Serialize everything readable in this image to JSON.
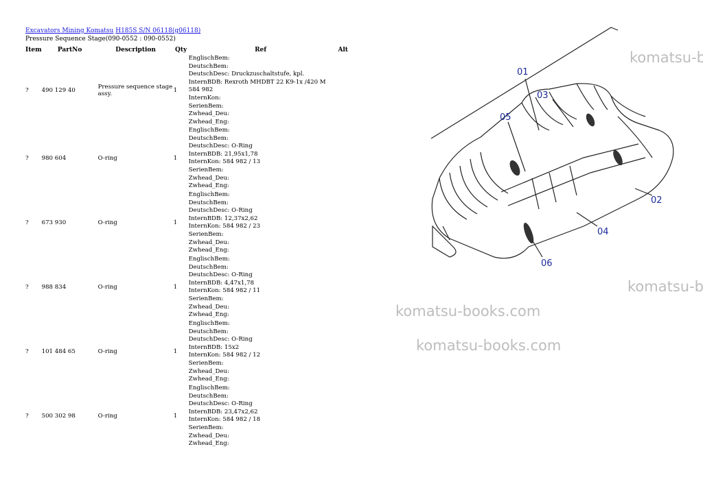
{
  "breadcrumb": {
    "part1": "Excavators Mining Komatsu",
    "part2": "H185S S/N 06118(g06118)"
  },
  "subtitle": "Pressure Sequence Stage(090-0552 : 090-0552)",
  "columns": {
    "item": "Item",
    "partno": "PartNo",
    "description": "Description",
    "qty": "Qty",
    "ref": "Ref",
    "alt": "Alt"
  },
  "rows": [
    {
      "item": "?",
      "partno": "490 129 40",
      "description": "Pressure sequence stage assy.",
      "qty": "1",
      "ref": [
        "EnglischBem:",
        "DeutschBem:",
        "DeutschDesc: Druckzuschaltstufe, kpl.",
        "InternBDB: Rexroth MHDBT 22 K9-1x /420 M",
        "584 982",
        "InternKon:",
        "SerienBem:",
        "Zwhead_Deu:",
        "Zwhead_Eng:"
      ]
    },
    {
      "item": "?",
      "partno": "980 604",
      "description": "O-ring",
      "qty": "1",
      "ref": [
        "EnglischBem:",
        "DeutschBem:",
        "DeutschDesc: O-Ring",
        "InternBDB: 21,95x1,78",
        "InternKon: 584 982 / 13",
        "SerienBem:",
        "Zwhead_Deu:",
        "Zwhead_Eng:"
      ]
    },
    {
      "item": "?",
      "partno": "673 930",
      "description": "O-ring",
      "qty": "1",
      "ref": [
        "EnglischBem:",
        "DeutschBem:",
        "DeutschDesc: O-Ring",
        "InternBDB: 12,37x2,62",
        "InternKon: 584 982 / 23",
        "SerienBem:",
        "Zwhead_Deu:",
        "Zwhead_Eng:"
      ]
    },
    {
      "item": "?",
      "partno": "988 834",
      "description": "O-ring",
      "qty": "1",
      "ref": [
        "EnglischBem:",
        "DeutschBem:",
        "DeutschDesc: O-Ring",
        "InternBDB: 4,47x1,78",
        "InternKon: 584 982 / 11",
        "SerienBem:",
        "Zwhead_Deu:",
        "Zwhead_Eng:"
      ]
    },
    {
      "item": "?",
      "partno": "101 484 65",
      "description": "O-ring",
      "qty": "1",
      "ref": [
        "EnglischBem:",
        "DeutschBem:",
        "DeutschDesc: O-Ring",
        "InternBDB: 15x2",
        "InternKon: 584 982 / 12",
        "SerienBem:",
        "Zwhead_Deu:",
        "Zwhead_Eng:"
      ]
    },
    {
      "item": "?",
      "partno": "500 302 98",
      "description": "O-ring",
      "qty": "1",
      "ref": [
        "EnglischBem:",
        "DeutschBem:",
        "DeutschDesc: O-Ring",
        "InternBDB: 23,47x2,62",
        "InternKon: 584 982 / 18",
        "SerienBem:",
        "Zwhead_Deu:",
        "Zwhead_Eng:"
      ]
    }
  ],
  "watermarks": [
    "komatsu-b",
    "komatsu-b",
    "komatsu-books.com",
    "komatsu-books.com"
  ],
  "callouts": [
    "01",
    "02",
    "03",
    "04",
    "05",
    "06"
  ],
  "colors": {
    "link": "#1a1adf",
    "callout": "#1a2a9a",
    "watermark": "#bdbdbd"
  }
}
